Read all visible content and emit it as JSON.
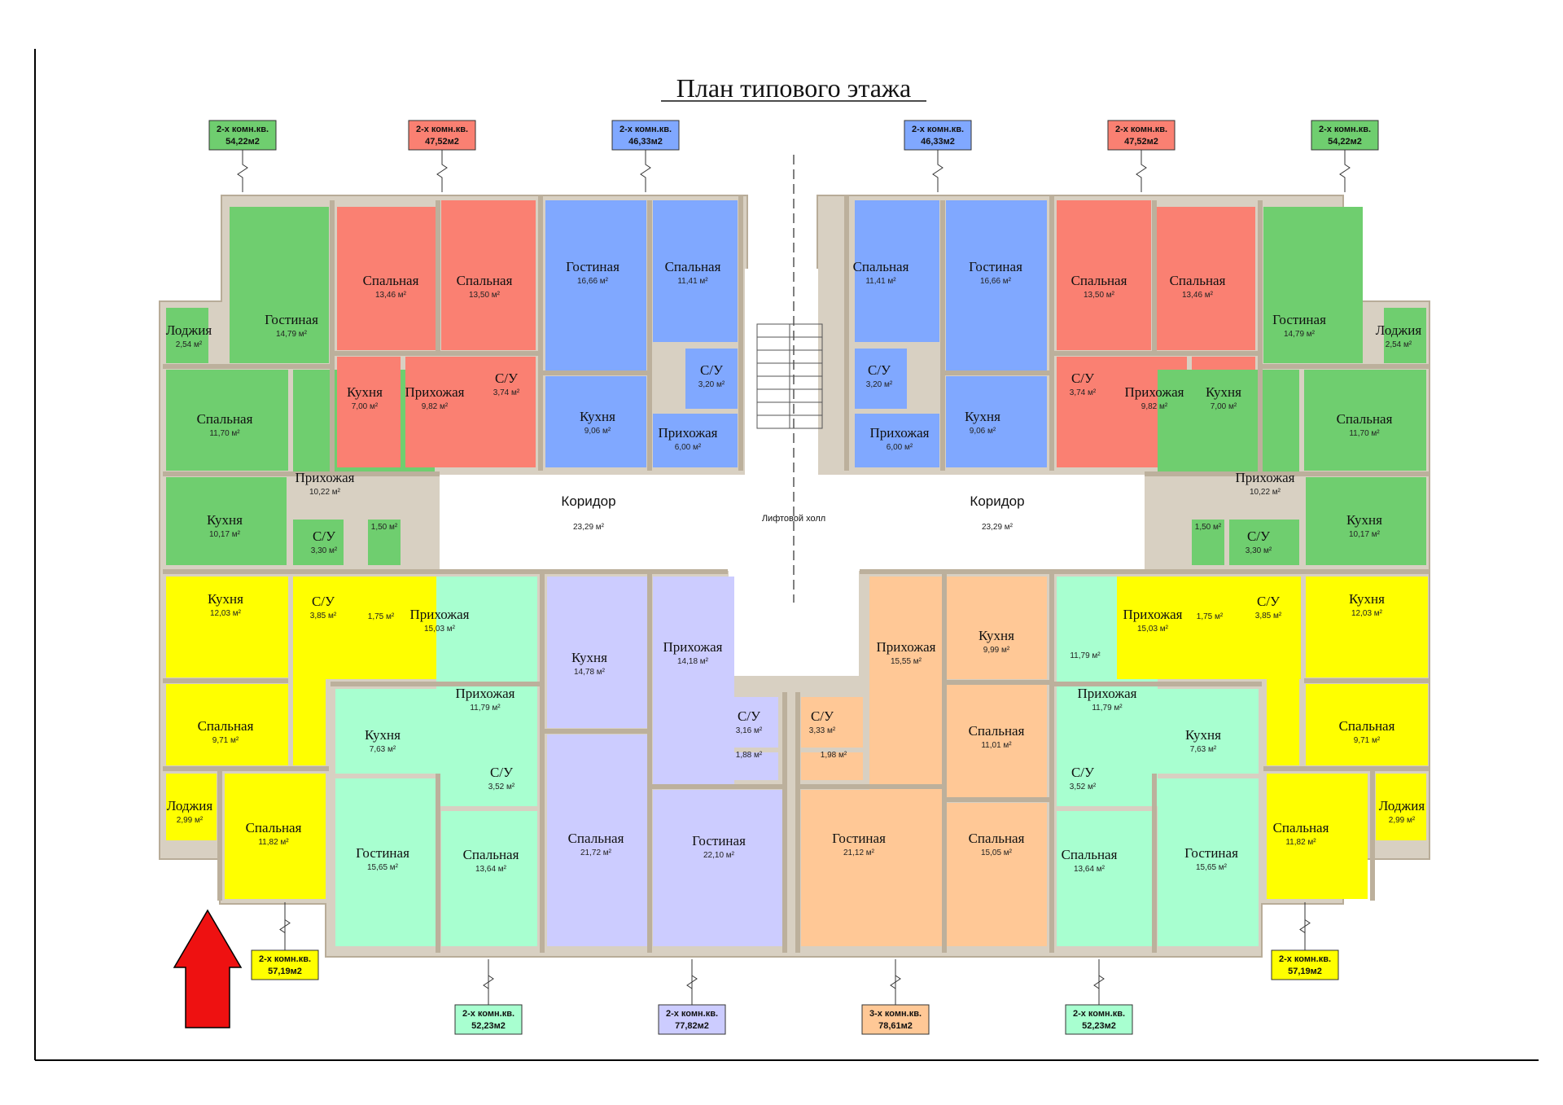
{
  "title": "План типового этажа",
  "colors": {
    "green": "#6fce6f",
    "red": "#fa8072",
    "blue": "#80a8ff",
    "yellow": "#ffff00",
    "mint": "#a8ffd0",
    "lavender": "#ccccff",
    "peach": "#ffc896",
    "wall": "#cfc6b4",
    "door": "#e06a4a",
    "arrow": "#ee1111"
  },
  "apartments": [
    {
      "line1": "2-х комн.кв.",
      "line2": "54,22м2",
      "color": "green"
    },
    {
      "line1": "2-х комн.кв.",
      "line2": "47,52м2",
      "color": "red"
    },
    {
      "line1": "2-х комн.кв.",
      "line2": "46,33м2",
      "color": "blue"
    },
    {
      "line1": "2-х комн.кв.",
      "line2": "46,33м2",
      "color": "blue"
    },
    {
      "line1": "2-х комн.кв.",
      "line2": "47,52м2",
      "color": "red"
    },
    {
      "line1": "2-х комн.кв.",
      "line2": "54,22м2",
      "color": "green"
    },
    {
      "line1": "2-х комн.кв.",
      "line2": "57,19м2",
      "color": "yellow"
    },
    {
      "line1": "2-х комн.кв.",
      "line2": "52,23м2",
      "color": "mint"
    },
    {
      "line1": "2-х комн.кв.",
      "line2": "77,82м2",
      "color": "lavender"
    },
    {
      "line1": "3-х комн.кв.",
      "line2": "78,61м2",
      "color": "peach"
    },
    {
      "line1": "2-х комн.кв.",
      "line2": "52,23м2",
      "color": "mint"
    },
    {
      "line1": "2-х комн.кв.",
      "line2": "57,19м2",
      "color": "yellow"
    }
  ],
  "rooms": [
    {
      "name": "Лоджия",
      "area": "2,54 м²",
      "color": "green"
    },
    {
      "name": "Гостиная",
      "area": "14,79 м²",
      "color": "green"
    },
    {
      "name": "Спальная",
      "area": "11,70 м²",
      "color": "green"
    },
    {
      "name": "Прихожая",
      "area": "10,22 м²",
      "color": "green"
    },
    {
      "name": "Кухня",
      "area": "10,17 м²",
      "color": "green"
    },
    {
      "name": "С/У",
      "area": "3,30 м²",
      "color": "green"
    },
    {
      "name": "",
      "area": "1,50 м²",
      "color": "green"
    },
    {
      "name": "Спальная",
      "area": "13,46 м²",
      "color": "red"
    },
    {
      "name": "Спальная",
      "area": "13,50 м²",
      "color": "red"
    },
    {
      "name": "Кухня",
      "area": "7,00 м²",
      "color": "red"
    },
    {
      "name": "Прихожая",
      "area": "9,82 м²",
      "color": "red"
    },
    {
      "name": "С/У",
      "area": "3,74 м²",
      "color": "red"
    },
    {
      "name": "Гостиная",
      "area": "16,66 м²",
      "color": "blue"
    },
    {
      "name": "Спальная",
      "area": "11,41 м²",
      "color": "blue"
    },
    {
      "name": "С/У",
      "area": "3,20 м²",
      "color": "blue"
    },
    {
      "name": "Кухня",
      "area": "9,06 м²",
      "color": "blue"
    },
    {
      "name": "Прихожая",
      "area": "6,00 м²",
      "color": "blue"
    },
    {
      "name": "Спальная",
      "area": "11,41 м²",
      "color": "blue"
    },
    {
      "name": "Гостиная",
      "area": "16,66 м²",
      "color": "blue"
    },
    {
      "name": "С/У",
      "area": "3,20 м²",
      "color": "blue"
    },
    {
      "name": "Прихожая",
      "area": "6,00 м²",
      "color": "blue"
    },
    {
      "name": "Кухня",
      "area": "9,06 м²",
      "color": "blue"
    },
    {
      "name": "Спальная",
      "area": "13,50 м²",
      "color": "red"
    },
    {
      "name": "Спальная",
      "area": "13,46 м²",
      "color": "red"
    },
    {
      "name": "С/У",
      "area": "3,74 м²",
      "color": "red"
    },
    {
      "name": "Прихожая",
      "area": "9,82 м²",
      "color": "red"
    },
    {
      "name": "Кухня",
      "area": "7,00 м²",
      "color": "red"
    },
    {
      "name": "Гостиная",
      "area": "14,79 м²",
      "color": "green"
    },
    {
      "name": "Лоджия",
      "area": "2,54 м²",
      "color": "green"
    },
    {
      "name": "Спальная",
      "area": "11,70 м²",
      "color": "green"
    },
    {
      "name": "Прихожая",
      "area": "10,22 м²",
      "color": "green"
    },
    {
      "name": "Кухня",
      "area": "10,17 м²",
      "color": "green"
    },
    {
      "name": "",
      "area": "1,50 м²",
      "color": "green"
    },
    {
      "name": "С/У",
      "area": "3,30 м²",
      "color": "green"
    },
    {
      "name": "Кухня",
      "area": "12,03 м²",
      "color": "yellow"
    },
    {
      "name": "С/У",
      "area": "3,85 м²",
      "color": "yellow"
    },
    {
      "name": "",
      "area": "1,75 м²",
      "color": "yellow"
    },
    {
      "name": "Прихожая",
      "area": "15,03 м²",
      "color": "yellow"
    },
    {
      "name": "Спальная",
      "area": "9,71 м²",
      "color": "yellow"
    },
    {
      "name": "Лоджия",
      "area": "2,99 м²",
      "color": "yellow"
    },
    {
      "name": "Спальная",
      "area": "11,82 м²",
      "color": "yellow"
    },
    {
      "name": "Прихожая",
      "area": "11,79 м²",
      "color": "mint"
    },
    {
      "name": "Кухня",
      "area": "7,63 м²",
      "color": "mint"
    },
    {
      "name": "С/У",
      "area": "3,52 м²",
      "color": "mint"
    },
    {
      "name": "Гостиная",
      "area": "15,65 м²",
      "color": "mint"
    },
    {
      "name": "Спальная",
      "area": "13,64 м²",
      "color": "mint"
    },
    {
      "name": "Кухня",
      "area": "14,78 м²",
      "color": "lavender"
    },
    {
      "name": "Прихожая",
      "area": "14,18 м²",
      "color": "lavender"
    },
    {
      "name": "С/У",
      "area": "3,16 м²",
      "color": "lavender"
    },
    {
      "name": "",
      "area": "1,88 м²",
      "color": "lavender"
    },
    {
      "name": "Спальная",
      "area": "21,72 м²",
      "color": "lavender"
    },
    {
      "name": "Гостиная",
      "area": "22,10 м²",
      "color": "lavender"
    },
    {
      "name": "С/У",
      "area": "3,33 м²",
      "color": "peach"
    },
    {
      "name": "",
      "area": "1,98 м²",
      "color": "peach"
    },
    {
      "name": "Прихожая",
      "area": "15,55 м²",
      "color": "peach"
    },
    {
      "name": "Кухня",
      "area": "9,99 м²",
      "color": "peach"
    },
    {
      "name": "Спальная",
      "area": "11,01 м²",
      "color": "peach"
    },
    {
      "name": "Гостиная",
      "area": "21,12 м²",
      "color": "peach"
    },
    {
      "name": "Спальная",
      "area": "15,05 м²",
      "color": "peach"
    },
    {
      "name": "",
      "area": "11,79 м²",
      "color": "mint"
    },
    {
      "name": "Прихожая",
      "area": "11,79 м²",
      "color": "mint"
    },
    {
      "name": "Кухня",
      "area": "7,63 м²",
      "color": "mint"
    },
    {
      "name": "С/У",
      "area": "3,52 м²",
      "color": "mint"
    },
    {
      "name": "Спальная",
      "area": "13,64 м²",
      "color": "mint"
    },
    {
      "name": "Гостиная",
      "area": "15,65 м²",
      "color": "mint"
    },
    {
      "name": "Прихожая",
      "area": "15,03 м²",
      "color": "yellow"
    },
    {
      "name": "",
      "area": "1,75 м²",
      "color": "yellow"
    },
    {
      "name": "С/У",
      "area": "3,85 м²",
      "color": "yellow"
    },
    {
      "name": "Кухня",
      "area": "12,03 м²",
      "color": "yellow"
    },
    {
      "name": "Спальная",
      "area": "9,71 м²",
      "color": "yellow"
    },
    {
      "name": "Спальная",
      "area": "11,82 м²",
      "color": "yellow"
    },
    {
      "name": "Лоджия",
      "area": "2,99 м²",
      "color": "yellow"
    }
  ],
  "common": [
    {
      "name": "Коридор",
      "area": "23,29 м²"
    },
    {
      "name": "Коридор",
      "area": "23,29 м²"
    },
    {
      "name": "Лифтовой холл",
      "area": ""
    }
  ]
}
